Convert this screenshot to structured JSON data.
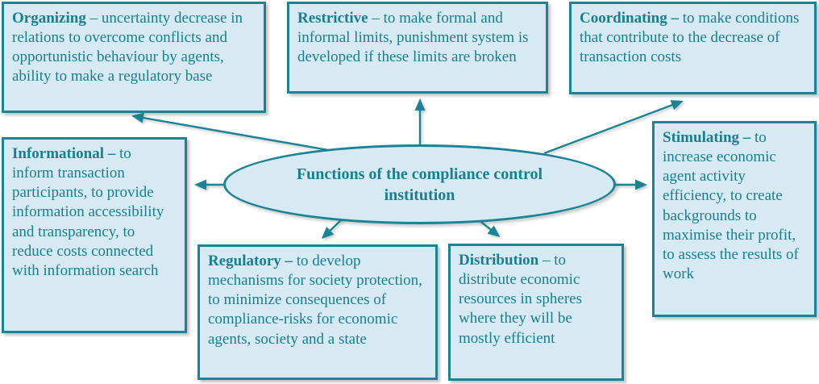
{
  "title": "Functions of the compliance control institution",
  "colors": {
    "accent_text": "#16808F",
    "border_teal": "#1A8396",
    "box_fill": "#D7E9F2",
    "background": "#FFFFFF"
  },
  "center": {
    "label": "Functions of the compliance control institution"
  },
  "boxes": [
    {
      "name": "organizing",
      "term": "Organizing",
      "desc": "– uncertainty decrease in relations to overcome conflicts and opportunistic behaviour by agents, ability to make a regulatory base"
    },
    {
      "name": "restrictive",
      "term": "Restrictive",
      "desc": "– to make formal and informal limits, punishment system is developed if these limits are broken"
    },
    {
      "name": "coordinating",
      "term": "Coordinating –",
      "desc": "to make conditions that contribute to the decrease of transaction costs"
    },
    {
      "name": "informational",
      "term": "Informational –",
      "desc": "to inform transaction participants, to provide information accessibility and transparency, to reduce costs connected with information search"
    },
    {
      "name": "stimulating",
      "term": "Stimulating –",
      "desc": "to increase economic agent activity efficiency, to create backgrounds to maximise their profit, to assess the results of work"
    },
    {
      "name": "regulatory",
      "term": "Regulatory –",
      "desc": "to develop mechanisms for society protection, to minimize consequences of compliance-risks for economic agents, society and a state"
    },
    {
      "name": "distribution",
      "term": "Distribution",
      "desc": "– to distribute economic resources in spheres where they will be mostly efficient"
    }
  ],
  "connections": [
    {
      "from": "center",
      "to": "organizing"
    },
    {
      "from": "center",
      "to": "restrictive"
    },
    {
      "from": "center",
      "to": "coordinating"
    },
    {
      "from": "center",
      "to": "informational"
    },
    {
      "from": "center",
      "to": "stimulating"
    },
    {
      "from": "center",
      "to": "regulatory"
    },
    {
      "from": "center",
      "to": "distribution"
    }
  ]
}
